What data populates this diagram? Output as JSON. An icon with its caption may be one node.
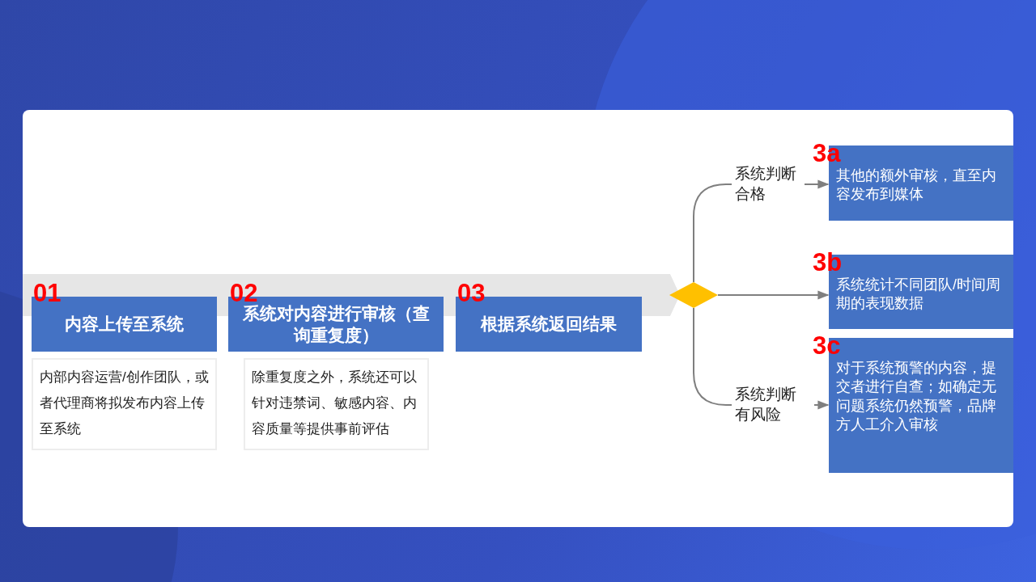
{
  "diagram": {
    "nodes": [
      {
        "text": [
          "内容上传至系统"
        ],
        "beside": [
          "01"
        ]
      },
      {
        "text": [
          "内部内容运营/创作团队，或者代理商将拟发布内容上传至系统"
        ]
      },
      {
        "text": [
          "系统对内容进行审核（查询重复度）"
        ],
        "beside": [
          "02"
        ]
      },
      {
        "text": [
          "除重复度之外，系统还可以针对违禁词、敏感内容、内容质量等提供事前评估"
        ]
      },
      {
        "text": [
          "根据系统返回结果"
        ],
        "beside": [
          "03"
        ]
      },
      {
        "text": [],
        "shape": "diamond"
      },
      {
        "text": [
          "系统判断合格"
        ]
      },
      {
        "text": [
          "其他的额外审核，直至内容发布到媒体"
        ],
        "beside": [
          "3a"
        ]
      },
      {
        "text": [
          "系统统计不同团队/时间周期的表现数据"
        ],
        "beside": [
          "3b"
        ]
      },
      {
        "text": [
          "系统判断有风险"
        ]
      },
      {
        "text": [
          "对于系统预警的内容，提交者进行自查；如确定无问题系统仍然预警，品牌方人工介入审核"
        ],
        "beside": [
          "3c"
        ]
      }
    ],
    "edges": [
      {
        "from": 5,
        "to": 6,
        "arrow": "none"
      },
      {
        "from": 6,
        "to": 7,
        "arrow": "to"
      },
      {
        "from": 5,
        "to": 8,
        "arrow": "to"
      },
      {
        "from": 5,
        "to": 9,
        "arrow": "none"
      },
      {
        "from": 9,
        "to": 10,
        "arrow": "to"
      }
    ]
  }
}
